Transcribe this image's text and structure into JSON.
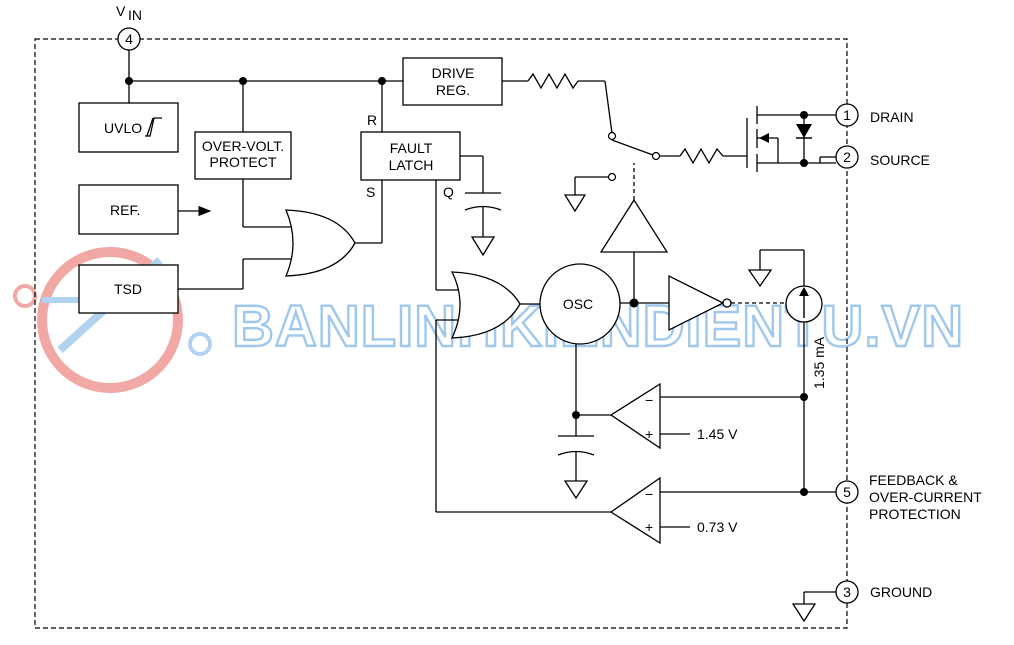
{
  "pins": {
    "vin": {
      "number": "4",
      "label_main": "V",
      "label_sub": "IN"
    },
    "drain": {
      "number": "1",
      "label": "DRAIN"
    },
    "source": {
      "number": "2",
      "label": "SOURCE"
    },
    "feedback": {
      "number": "5",
      "label_line1": "FEEDBACK &",
      "label_line2": "OVER-CURRENT",
      "label_line3": "PROTECTION"
    },
    "ground": {
      "number": "3",
      "label": "GROUND"
    }
  },
  "blocks": {
    "uvlo": "UVLO",
    "ref": "REF.",
    "tsd": "TSD",
    "overvolt_line1": "OVER-VOLT.",
    "overvolt_line2": "PROTECT",
    "fault_line1": "FAULT",
    "fault_line2": "LATCH",
    "drive_line1": "DRIVE",
    "drive_line2": "REG.",
    "osc": "OSC"
  },
  "latch_pins": {
    "r": "R",
    "s": "S",
    "q": "Q"
  },
  "comparators": {
    "upper": {
      "minus": "−",
      "plus": "+",
      "ref_voltage": "1.45 V"
    },
    "lower": {
      "minus": "−",
      "plus": "+",
      "ref_voltage": "0.73 V"
    }
  },
  "current_source": "1.35 mA",
  "watermark": "BANLINHKIENDIENTU.VN",
  "colors": {
    "line": "#000000",
    "watermark_blue": "#7fb6e6",
    "watermark_red": "#e8706a"
  }
}
